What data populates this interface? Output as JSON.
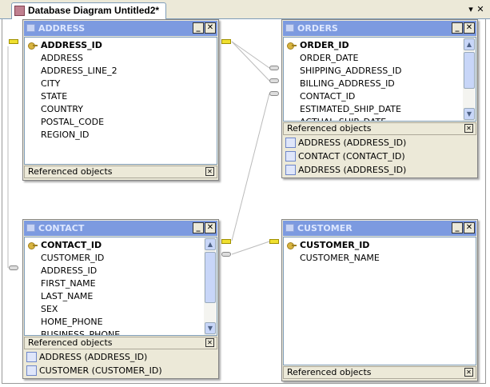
{
  "tab": {
    "title": "Database Diagram Untitled2*",
    "menu_icon": "▾",
    "close_icon": "✕"
  },
  "ref_label": "Referenced objects",
  "tables": [
    {
      "name": "ADDRESS",
      "columns": [
        "ADDRESS_ID",
        "ADDRESS",
        "ADDRESS_LINE_2",
        "CITY",
        "STATE",
        "COUNTRY",
        "POSTAL_CODE",
        "REGION_ID"
      ],
      "pk": [
        "ADDRESS_ID"
      ],
      "refs": [],
      "scroll": false
    },
    {
      "name": "ORDERS",
      "columns": [
        "ORDER_ID",
        "ORDER_DATE",
        "SHIPPING_ADDRESS_ID",
        "BILLING_ADDRESS_ID",
        "CONTACT_ID",
        "ESTIMATED_SHIP_DATE",
        "ACTUAL_SHIP_DATE"
      ],
      "pk": [
        "ORDER_ID"
      ],
      "refs": [
        "ADDRESS (ADDRESS_ID)",
        "CONTACT (CONTACT_ID)",
        "ADDRESS (ADDRESS_ID)"
      ],
      "scroll": true
    },
    {
      "name": "CONTACT",
      "columns": [
        "CONTACT_ID",
        "CUSTOMER_ID",
        "ADDRESS_ID",
        "FIRST_NAME",
        "LAST_NAME",
        "SEX",
        "HOME_PHONE",
        "BUSINESS_PHONE"
      ],
      "pk": [
        "CONTACT_ID"
      ],
      "refs": [
        "ADDRESS (ADDRESS_ID)",
        "CUSTOMER (CUSTOMER_ID)"
      ],
      "scroll": true
    },
    {
      "name": "CUSTOMER",
      "columns": [
        "CUSTOMER_ID",
        "CUSTOMER_NAME"
      ],
      "pk": [
        "CUSTOMER_ID"
      ],
      "refs": [],
      "scroll": false
    }
  ]
}
